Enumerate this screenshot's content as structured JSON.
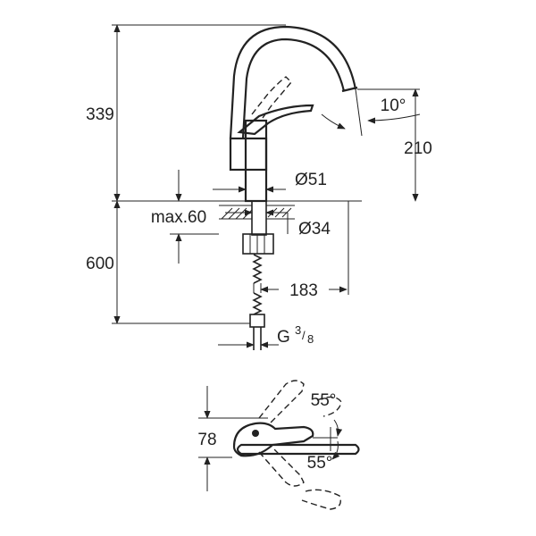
{
  "colors": {
    "line": "#222222",
    "background": "#ffffff"
  },
  "dimensions": {
    "overall_height": "339",
    "spout_height": "210",
    "swivel_angle": "10°",
    "body_diameter": "Ø51",
    "deck_thickness": "max.60",
    "hole_diameter": "Ø34",
    "hose_length": "600",
    "reach": "183",
    "connection_main": "G",
    "connection_num": "3",
    "connection_den": "8",
    "lever_depth": "78",
    "lever_angle_up": "55°",
    "lever_angle_down": "55°"
  }
}
